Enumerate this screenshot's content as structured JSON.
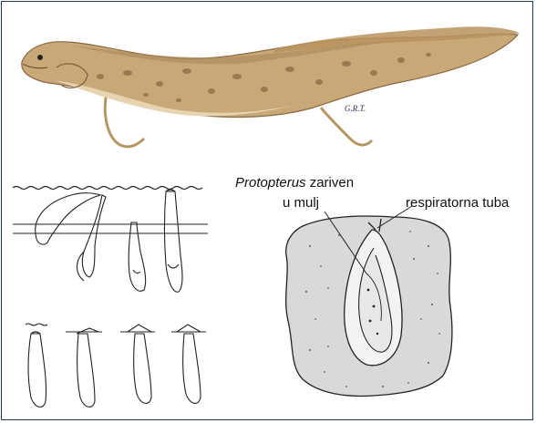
{
  "caption": {
    "genus": "Protopterus",
    "rest": " zariven"
  },
  "labels": {
    "mud": "u mulj",
    "tube": "respiratorna tuba"
  },
  "signature": "G.R.T.",
  "colors": {
    "frame": "#1f3b57",
    "fish_body": "#c8a877",
    "fish_shadow": "#a8875a",
    "fish_belly": "#e6d3b0",
    "spots": "#8a6a42",
    "ink": "#222222"
  }
}
